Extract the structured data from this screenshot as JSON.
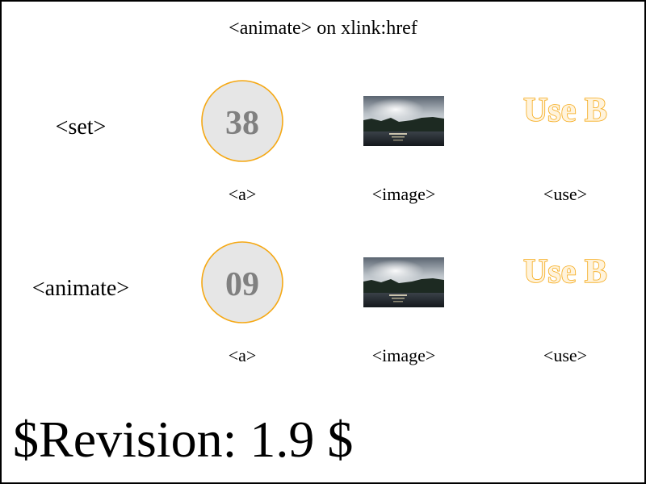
{
  "page": {
    "title": "<animate> on xlink:href",
    "revision": "$Revision: 1.9 $"
  },
  "rows": [
    {
      "label": "<set>",
      "circle_number": "38",
      "use_text": "Use B",
      "columns": [
        "<a>",
        "<image>",
        "<use>"
      ]
    },
    {
      "label": "<animate>",
      "circle_number": "09",
      "use_text": "Use B",
      "columns": [
        "<a>",
        "<image>",
        "<use>"
      ]
    }
  ],
  "colors": {
    "circle_fill": "#e6e6e6",
    "circle_stroke": "#f5a814",
    "use_stroke": "#f5a814",
    "use_fill": "#fff3dc",
    "number_text": "#808080"
  }
}
